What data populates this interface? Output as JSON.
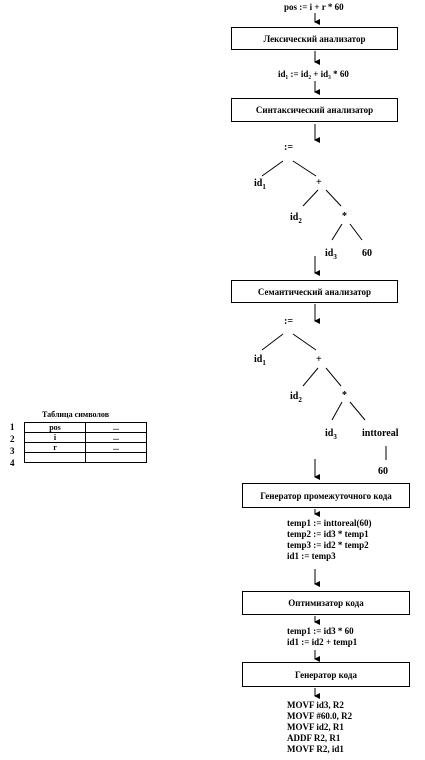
{
  "source_statement": "pos := i + r * 60",
  "stages": {
    "lexer": "Лексический анализатор",
    "syntax": "Синтаксический анализатор",
    "semantic": "Семантический анализатор",
    "intermediate": "Генератор промежуточного кода",
    "optimizer": "Оптимизатор кода",
    "codegen": "Генератор кода"
  },
  "token_stream": "id₁ := id₂ + id₃ * 60",
  "syntax_tree": {
    "assign": ":=",
    "id1": "id",
    "id1_sub": "1",
    "plus": "+",
    "id2": "id",
    "id2_sub": "2",
    "mul": "*",
    "id3": "id",
    "id3_sub": "3",
    "num": "60"
  },
  "semantic_tree": {
    "assign": ":=",
    "id1": "id",
    "id1_sub": "1",
    "plus": "+",
    "id2": "id",
    "id2_sub": "2",
    "mul": "*",
    "id3": "id",
    "id3_sub": "3",
    "inttoreal": "inttoreal",
    "num": "60"
  },
  "intermediate_code": [
    "temp1 := inttoreal(60)",
    "temp2 := id3 * temp1",
    "temp3 := id2 * temp2",
    "id1 := temp3"
  ],
  "optimized_code": [
    "temp1 := id3 * 60",
    "id1 := id2 + temp1"
  ],
  "target_code": [
    "MOVF id3, R2",
    "MOVF #60.0, R2",
    "MOVF id2, R1",
    "ADDF R2, R1",
    "MOVF R2, id1"
  ],
  "symbol_table": {
    "title": "Таблица символов",
    "rows": [
      {
        "num": "1",
        "name": "pos",
        "attr": "..."
      },
      {
        "num": "2",
        "name": "i",
        "attr": "..."
      },
      {
        "num": "3",
        "name": "r",
        "attr": "..."
      },
      {
        "num": "4",
        "name": "",
        "attr": ""
      }
    ]
  }
}
